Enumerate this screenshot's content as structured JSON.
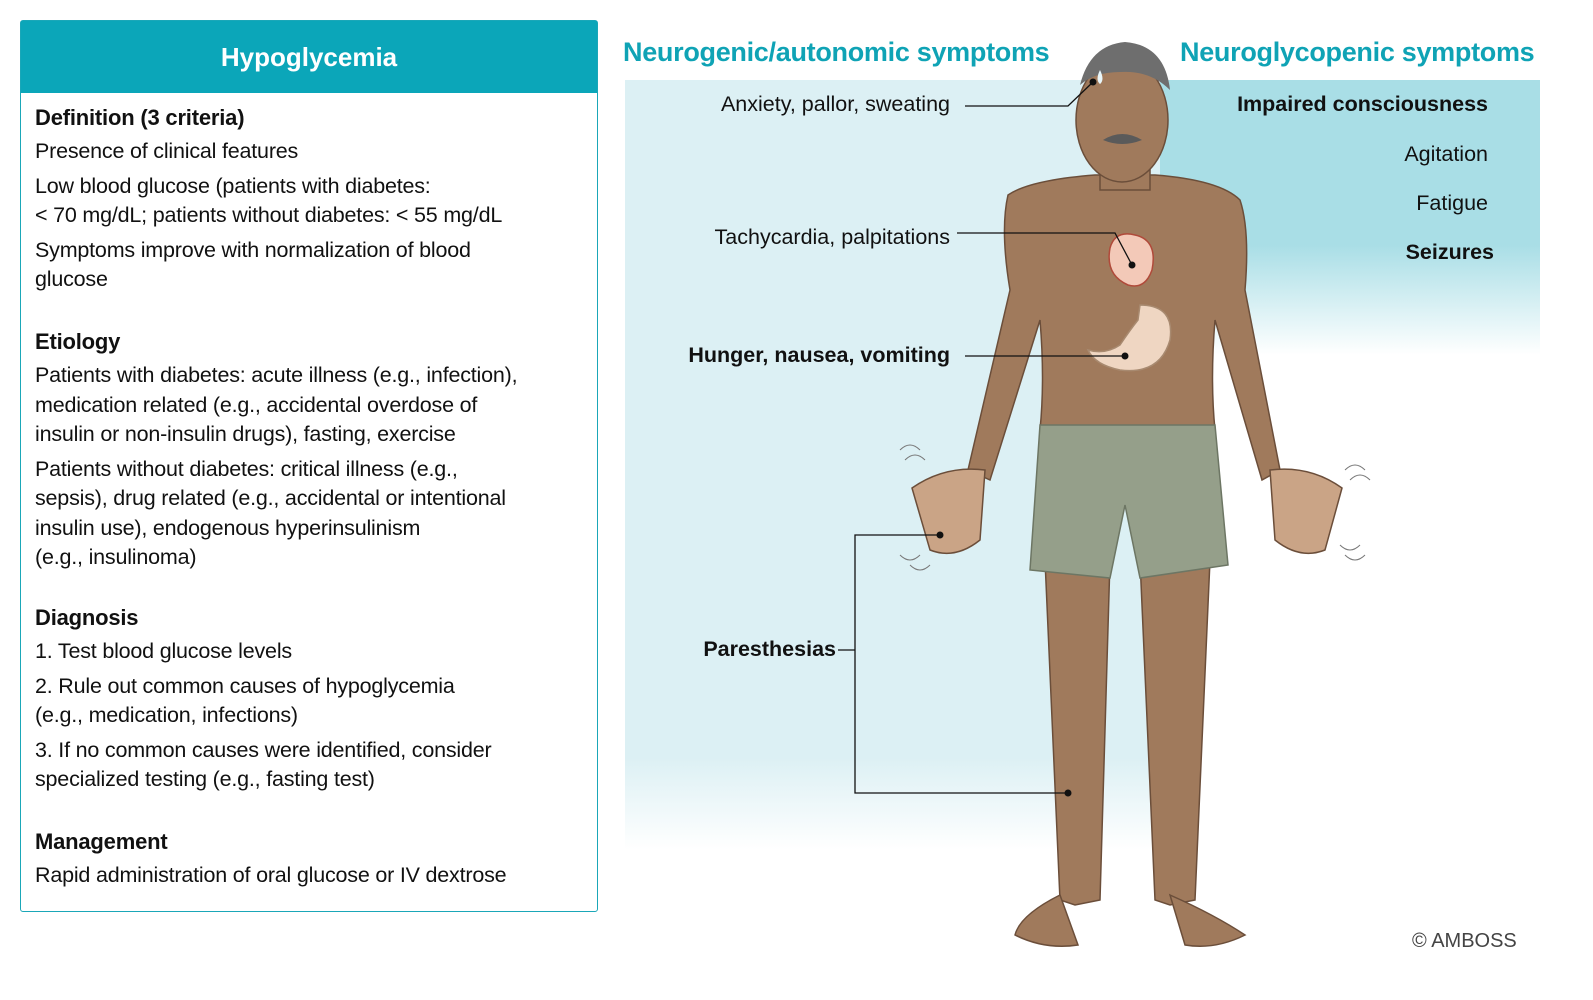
{
  "panel": {
    "title": "Hypoglycemia",
    "sections": [
      {
        "heading": "Definition (3 criteria)",
        "items": [
          [
            "Presence of clinical features"
          ],
          [
            "Low blood glucose (patients with diabetes:",
            "< 70 mg/dL; patients without diabetes: < 55 mg/dL"
          ],
          [
            "Symptoms improve with normalization of blood",
            "glucose"
          ]
        ]
      },
      {
        "heading": "Etiology",
        "items": [
          [
            "Patients with diabetes: acute illness (e.g., infection),",
            "medication related (e.g., accidental overdose of",
            "insulin or non-insulin drugs), fasting, exercise"
          ],
          [
            "Patients without diabetes: critical illness (e.g.,",
            "sepsis), drug related (e.g., accidental or intentional",
            "insulin use), endogenous hyperinsulinism",
            "(e.g., insulinoma)"
          ]
        ]
      },
      {
        "heading": "Diagnosis",
        "items": [
          [
            "1. Test blood glucose levels"
          ],
          [
            "2. Rule out common causes of hypoglycemia",
            "(e.g., medication, infections)"
          ],
          [
            "3. If no common causes were identified, consider",
            "specialized testing (e.g., fasting test)"
          ]
        ]
      },
      {
        "heading": "Management",
        "items": [
          [
            "Rapid administration of oral glucose or IV dextrose"
          ]
        ]
      }
    ]
  },
  "figure": {
    "neurogenic_title": "Neurogenic/autonomic symptoms",
    "neuroglycopenic_title": "Neuroglycopenic symptoms",
    "neurogenic": [
      "Anxiety, pallor, sweating",
      "Tachycardia, palpitations",
      "Hunger, nausea, vomiting",
      "Paresthesias"
    ],
    "neuroglycopenic": [
      "Impaired consciousness",
      "Agitation",
      "Fatigue",
      "Seizures"
    ],
    "copyright": "© AMBOSS",
    "colors": {
      "accent": "#0ba6b9",
      "panel_light": "#dcf0f4",
      "panel_dark": "#a9dee6",
      "skin": "#a07a5c",
      "shorts": "#8f9c84"
    }
  }
}
